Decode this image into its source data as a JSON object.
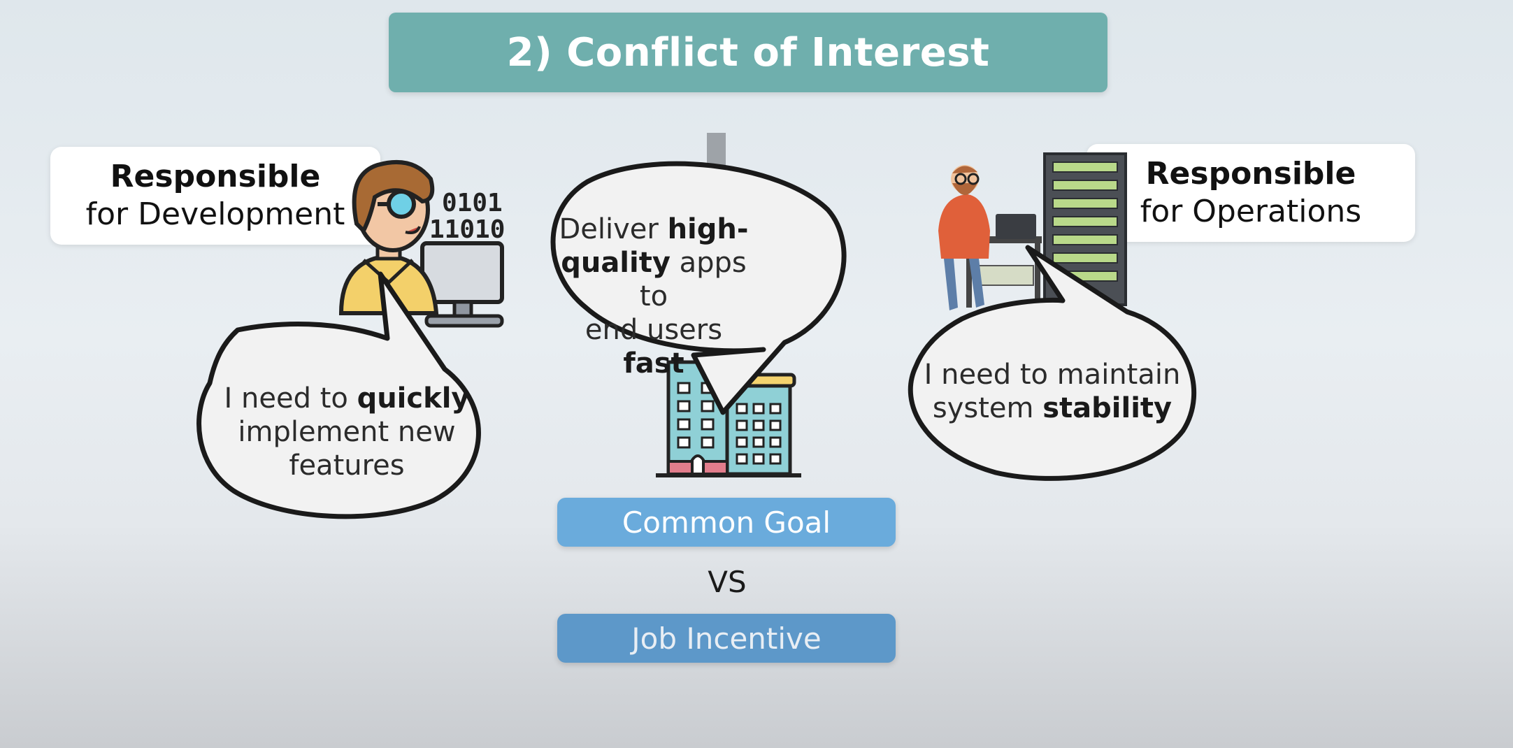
{
  "title": "2) Conflict of Interest",
  "dev_card": {
    "line1": "Responsible",
    "line2": "for Development"
  },
  "ops_card": {
    "line1": "Responsible",
    "line2": "for Operations"
  },
  "center_bubble": {
    "p1": "Deliver ",
    "b1": "high-",
    "b2": "quality",
    "p2": " apps to",
    "p3": "end users ",
    "b3": "fast"
  },
  "dev_bubble": {
    "p1": "I need to ",
    "b1": "quickly",
    "p2": "implement new",
    "p3": "features"
  },
  "ops_bubble": {
    "p1": "I need to maintain",
    "p2": "system ",
    "b1": "stability"
  },
  "common_goal": "Common Goal",
  "vs": "VS",
  "job_incentive": "Job Incentive",
  "dev_screen_code": {
    "row1": "0101",
    "row2": "11010"
  },
  "icons": [
    "developer-icon",
    "office-building-icon",
    "operations-engineer-icon",
    "server-rack-icon"
  ],
  "colors": {
    "title_bg": "#6fafad",
    "goal_bg": "#6aabdc",
    "incentive_bg": "#5d98c9"
  }
}
